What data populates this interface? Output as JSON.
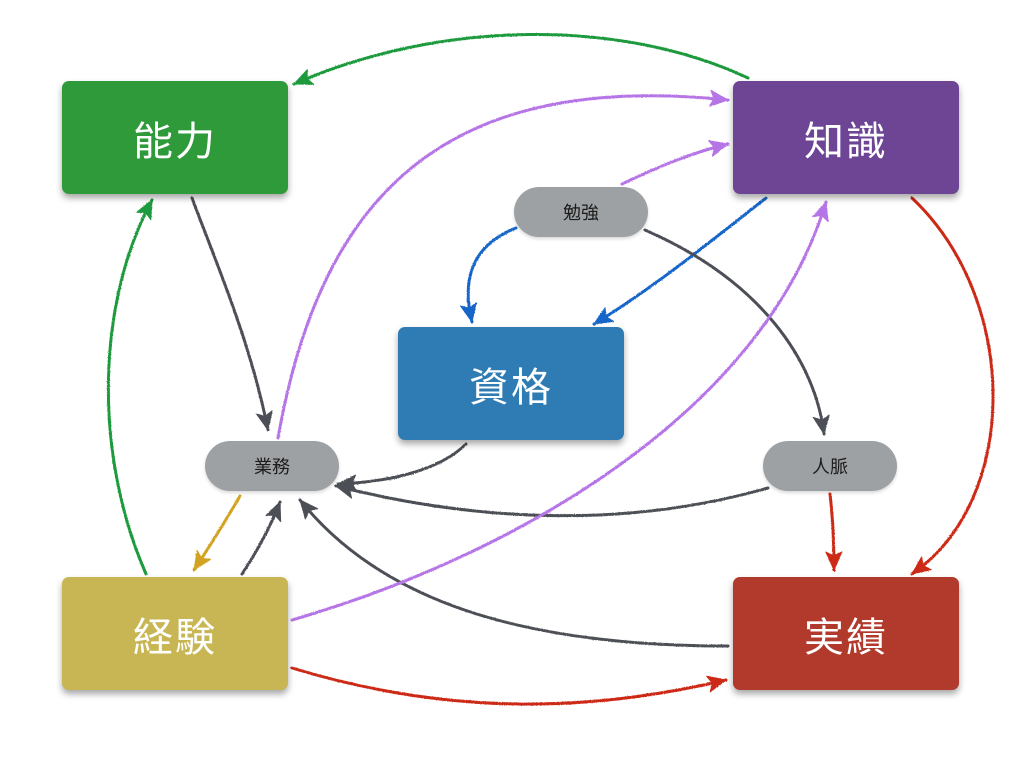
{
  "nodes": {
    "nouryoku": {
      "label": "能力",
      "color": "#2e9a3a"
    },
    "chishiki": {
      "label": "知識",
      "color": "#6e4595"
    },
    "shikaku": {
      "label": "資格",
      "color": "#2f7bb3"
    },
    "keiken": {
      "label": "経験",
      "color": "#c7b653"
    },
    "jisseki": {
      "label": "実績",
      "color": "#b13a2c"
    },
    "benkyo": {
      "label": "勉強"
    },
    "gyomu": {
      "label": "業務"
    },
    "jinmyaku": {
      "label": "人脈"
    }
  },
  "edge_colors": {
    "green": "#1f9a3c",
    "gray": "#4d5057",
    "purple": "#b574e6",
    "blue": "#1565c8",
    "red": "#cc2a15",
    "gold": "#d2a323"
  },
  "edges": [
    {
      "from": "chishiki",
      "to": "nouryoku",
      "color": "green"
    },
    {
      "from": "keiken",
      "to": "nouryoku",
      "color": "green"
    },
    {
      "from": "nouryoku",
      "to": "gyomu",
      "color": "gray"
    },
    {
      "from": "gyomu",
      "to": "chishiki",
      "color": "purple"
    },
    {
      "from": "benkyo",
      "to": "chishiki",
      "color": "purple"
    },
    {
      "from": "benkyo",
      "to": "shikaku",
      "color": "blue"
    },
    {
      "from": "chishiki",
      "to": "shikaku",
      "color": "blue"
    },
    {
      "from": "benkyo",
      "to": "jinmyaku",
      "color": "gray"
    },
    {
      "from": "chishiki",
      "to": "jisseki",
      "color": "red"
    },
    {
      "from": "shikaku",
      "to": "gyomu",
      "color": "gray"
    },
    {
      "from": "jinmyaku",
      "to": "gyomu",
      "color": "gray"
    },
    {
      "from": "jisseki",
      "to": "gyomu",
      "color": "gray"
    },
    {
      "from": "jinmyaku",
      "to": "jisseki",
      "color": "red"
    },
    {
      "from": "gyomu",
      "to": "keiken",
      "color": "gold"
    },
    {
      "from": "keiken",
      "to": "gyomu",
      "color": "gray"
    },
    {
      "from": "keiken",
      "to": "chishiki",
      "color": "purple"
    },
    {
      "from": "keiken",
      "to": "jisseki",
      "color": "red"
    }
  ]
}
